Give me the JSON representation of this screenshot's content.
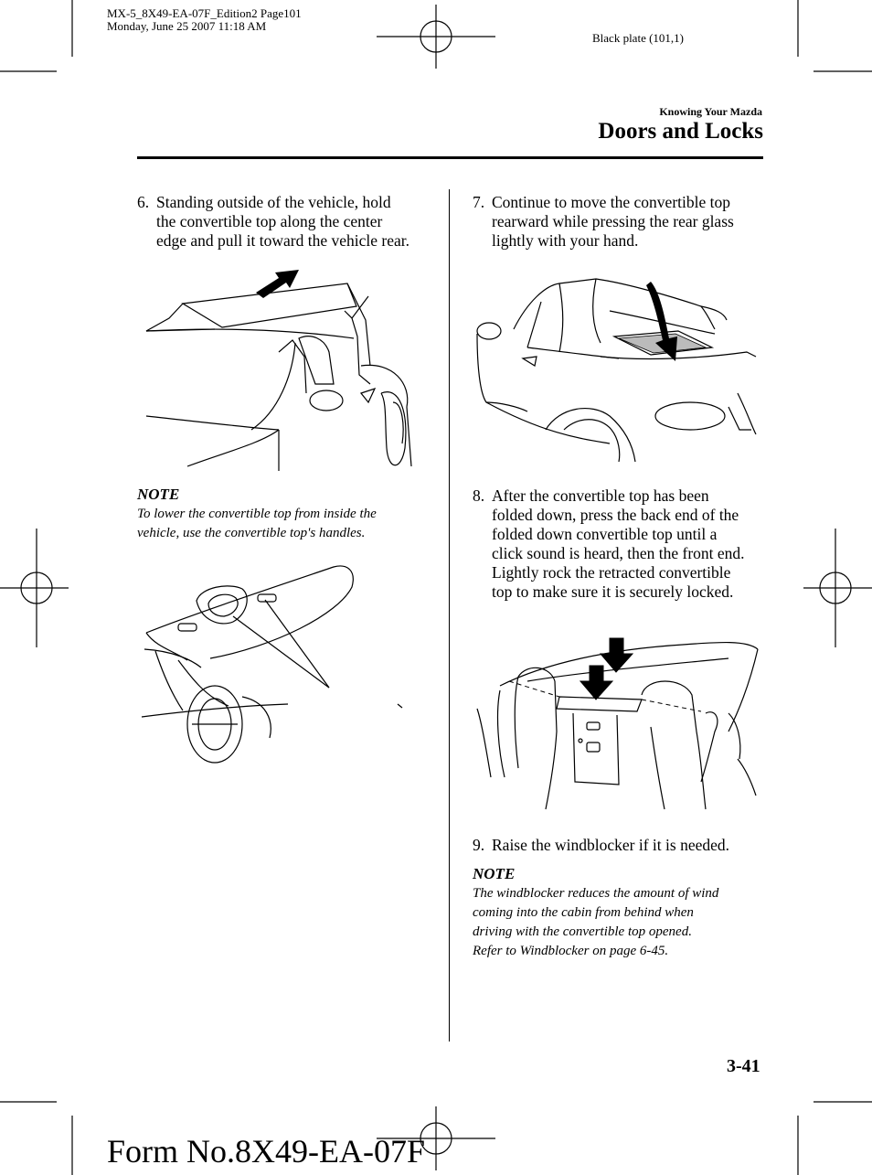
{
  "print_info": {
    "line1": "MX-5_8X49-EA-07F_Edition2 Page101",
    "line2": "Monday, June 25 2007 11:18 AM",
    "plate": "Black plate (101,1)"
  },
  "header": {
    "section": "Knowing Your Mazda",
    "title": "Doors and Locks"
  },
  "left_column": {
    "step6": {
      "number": "6.",
      "lines": [
        "Standing outside of the vehicle, hold",
        "the convertible top along the center",
        "edge and pull it toward the vehicle rear."
      ]
    },
    "note": {
      "heading": "NOTE",
      "lines": [
        "To lower the convertible top from inside the",
        "vehicle, use the convertible top's handles."
      ]
    }
  },
  "right_column": {
    "step7": {
      "number": "7.",
      "lines": [
        "Continue to move the convertible top",
        "rearward while pressing the rear glass",
        "lightly with your hand."
      ]
    },
    "step8": {
      "number": "8.",
      "lines": [
        "After the convertible top has been",
        "folded down, press the back end of the",
        "folded down convertible top until a",
        "click sound is heard, then the front end.",
        "Lightly rock the retracted convertible",
        "top to make sure it is securely locked."
      ]
    },
    "step9": {
      "number": "9.",
      "lines": [
        "Raise the windblocker if it is needed."
      ]
    },
    "note": {
      "heading": "NOTE",
      "lines": [
        "The windblocker reduces the amount of wind",
        "coming into the cabin from behind when",
        "driving with the convertible top opened.",
        "Refer to Windblocker on page 6-45."
      ]
    }
  },
  "footer": {
    "page_number": "3-41",
    "form_number": "Form No.8X49-EA-07F"
  },
  "icons": {
    "illustrations": [
      "car-pull-top-illustration",
      "top-handles-illustration",
      "car-press-glass-illustration",
      "folded-top-lock-illustration"
    ],
    "marks": [
      "registration-mark",
      "crop-mark"
    ]
  }
}
